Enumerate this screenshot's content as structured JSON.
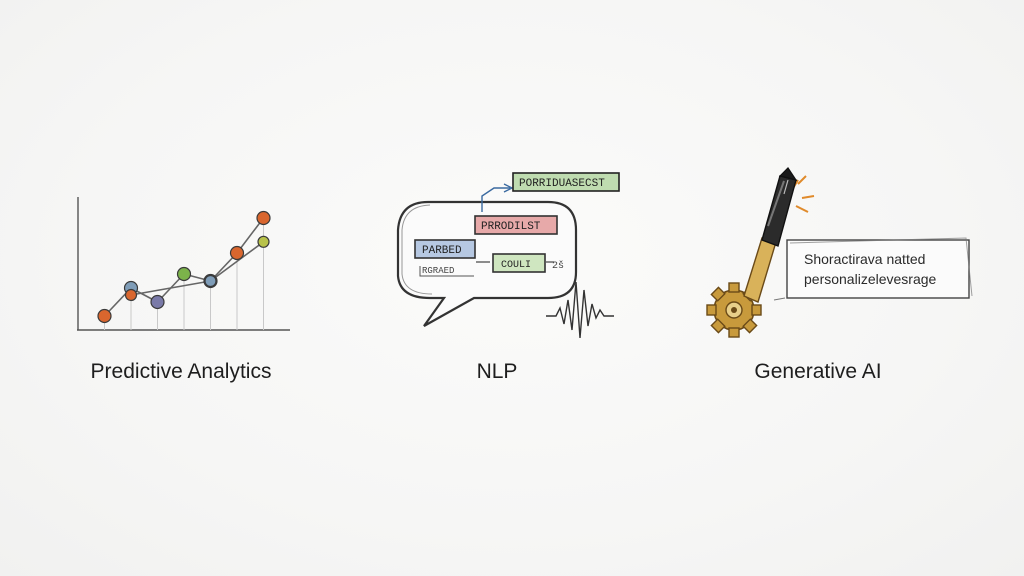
{
  "panels": [
    {
      "caption": "Predictive Analytics",
      "icon": "line-chart-sketch-icon"
    },
    {
      "caption": "NLP",
      "icon": "speech-bubble-sketch-icon",
      "tags": {
        "top": "PORRIDUASECST",
        "middle": "PRRODILST",
        "left": "PARBED",
        "small": "COULI",
        "lower_left": "RGRAED",
        "aside": "2š"
      }
    },
    {
      "caption": "Generative AI",
      "icon": "pen-with-gear-sketch-icon",
      "message_lines": [
        "Shoractirava natted",
        "personalizelevesrage"
      ]
    }
  ],
  "colors": {
    "orange": "#d9662e",
    "purple": "#7a7aa8",
    "blue": "#7f9db8",
    "green": "#7cb34a",
    "olive": "#b8c24a",
    "red_tag": "#e7a9a9",
    "green_tag": "#bfdcb0",
    "blue_tag": "#b6c8e2",
    "gold": "#c89a3c"
  },
  "chart_data": {
    "type": "line",
    "title": "",
    "series": [
      {
        "x": [
          1,
          2,
          3,
          4,
          5,
          6,
          7
        ],
        "values": [
          1,
          3,
          2,
          4,
          3.5,
          5.5,
          8
        ],
        "colors": [
          "#d9662e",
          "#7f9db8",
          "#7a7aa8",
          "#7cb34a",
          "#7f9db8",
          "#d9662e",
          "#d9662e"
        ]
      },
      {
        "x": [
          2,
          5,
          7
        ],
        "values": [
          2.5,
          3.5,
          6.3
        ],
        "colors": [
          "#d9662e",
          "#7f9db8",
          "#b8c24a"
        ]
      }
    ],
    "xlim": [
      0,
      8
    ],
    "ylim": [
      0,
      10
    ],
    "grid": false
  }
}
